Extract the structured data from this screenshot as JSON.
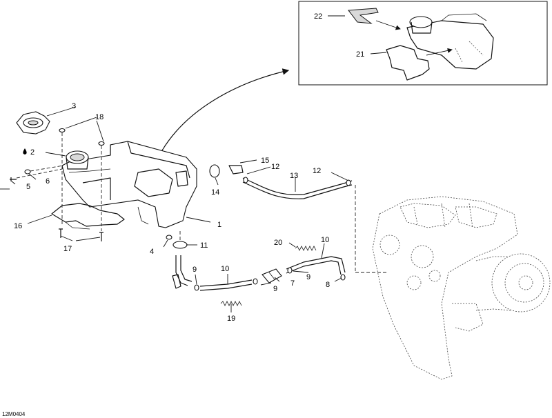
{
  "callouts": {
    "c1": "1",
    "c2": "2",
    "c3": "3",
    "c4": "4",
    "c5": "5",
    "c6": "6",
    "c7": "7",
    "c8": "8",
    "c9a": "9",
    "c9b": "9",
    "c9c": "9",
    "c10a": "10",
    "c10b": "10",
    "c11": "11",
    "c12a": "12",
    "c12b": "12",
    "c13": "13",
    "c14": "14",
    "c15": "15",
    "c16": "16",
    "c17": "17",
    "c18": "18",
    "c19": "19",
    "c20": "20",
    "c21": "21",
    "c22": "22"
  },
  "drawing_code": "12M0404"
}
